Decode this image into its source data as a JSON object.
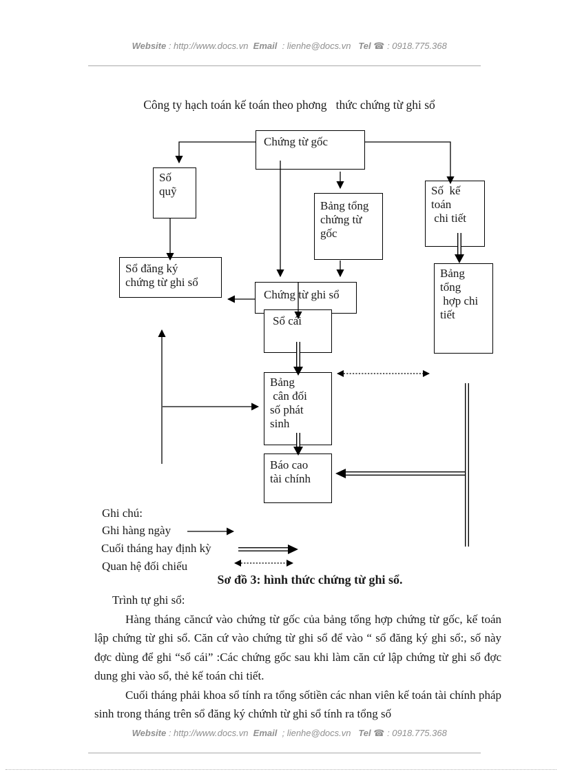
{
  "header": {
    "website_label": "Website",
    "website_value": " : http://www.docs.vn  ",
    "email_label": "Email",
    "email_value": "  : lienhe@docs.vn   ",
    "tel_label": "Tel",
    "tel_icon": " ☎",
    "tel_value": " : 0918.775.368"
  },
  "title": "Công ty hạch toán kế toán theo phơng   thức chứng từ ghi sổ",
  "diagram": {
    "boxes": {
      "chung_tu_goc": "Chứng từ gốc",
      "so_quy": "Số\nquỹ",
      "bang_tong_chung_tu_goc": "Bảng tổng\nchứng từ\ngốc",
      "so_ke_toan_chi_tiet": "Số  kế\ntoán\n chi tiết",
      "so_dang_ky": "Sổ đăng ký\nchứng từ ghi sổ",
      "chung_tu_ghi_so": "Chứng từ ghi sổ",
      "so_cai": "Sổ cái",
      "bang_tong_hop_chi_tiet": "Bảng\ntổng\n hợp chi\ntiết",
      "bang_can_doi": "Bảng\n cân đối\nsố phát\nsinh",
      "bao_cao_tai_chinh": "Báo cao\ntài chính"
    },
    "legend": {
      "heading": "Ghi chú:",
      "daily": "Ghi hàng ngày",
      "monthly": "Cuối tháng hay định kỳ",
      "reconcile": "Quan hệ đối chiếu"
    },
    "caption": "Sơ đồ 3: hình thức chứng từ ghi sổ."
  },
  "body": {
    "intro": "Trình tự ghi sổ:",
    "para1": "Hàng tháng căncứ vào chứng từ gốc của bảng tổng hợp chứng từ gốc, kế toán lập chứng từ ghi sổ. Căn cứ vào chứng từ ghi sổ để vào “ sổ đăng ký ghi sổ:, số này đợc   dùng để ghi “sổ cái” :Các chứng gốc sau khi làm căn cứ lập chứng từ ghi sổ đợc   dung ghi vào sổ, thẻ kế toán chi tiết.",
    "para2": "Cuối tháng phải khoa sổ tính ra tổng sốtiền các nhan viên kế toán tài chính pháp sinh trong tháng trên sổ đăng ký chứnh từ ghi sổ tính ra tổng số"
  },
  "footer": {
    "website_label": "Website",
    "website_value": " : http://www.docs.vn  ",
    "email_label": "Email",
    "email_value": "  ; lienhe@docs.vn   ",
    "tel_label": "Tel",
    "tel_icon": " ☎",
    "tel_value": " : 0918.775.368"
  },
  "colors": {
    "ink": "#1a1a1a",
    "muted": "#8f8f8f",
    "line": "#000000"
  }
}
